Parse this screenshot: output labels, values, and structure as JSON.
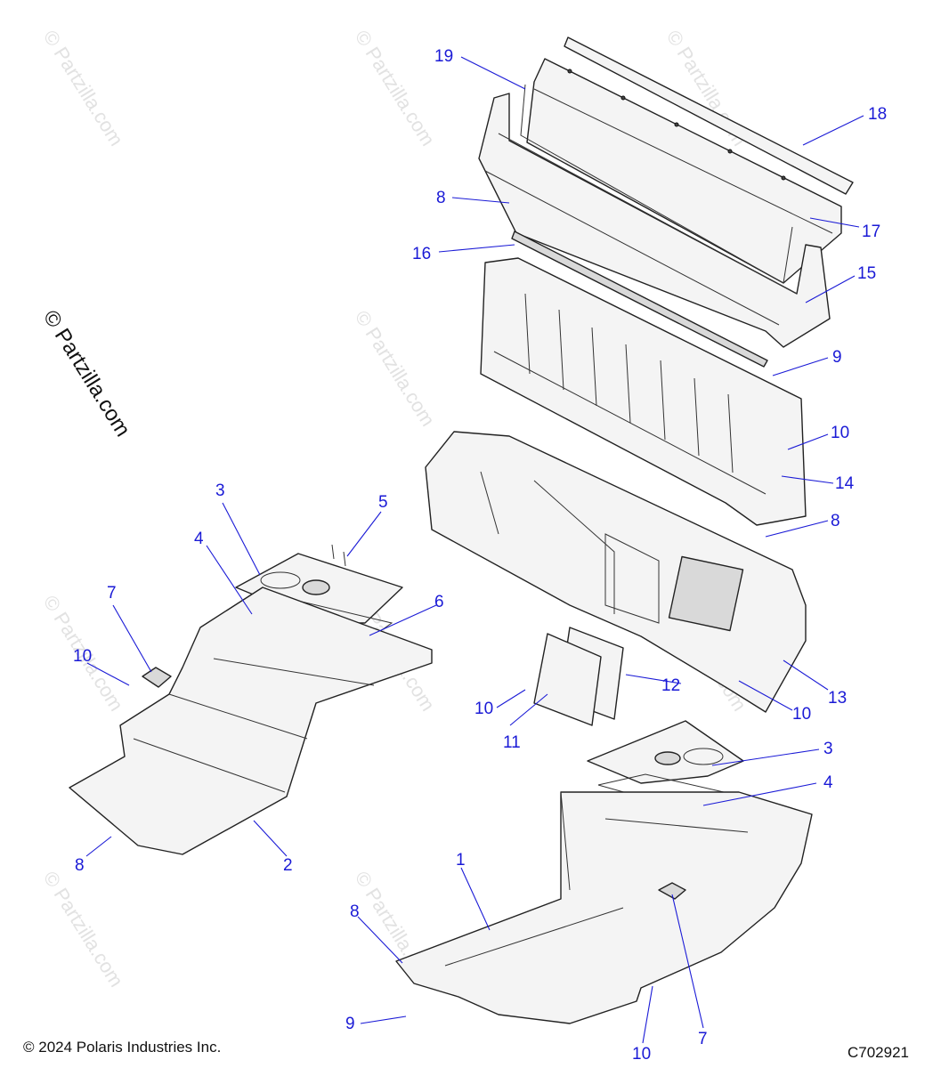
{
  "diagram": {
    "side_watermark": "© Partzilla.com",
    "faint_watermark": "© Partzilla.com",
    "copyright": "© 2024 Polaris Industries Inc.",
    "figure_code": "C702921",
    "callouts": {
      "c19": "19",
      "c18": "18",
      "c17": "17",
      "c16": "16",
      "c15": "15",
      "c14": "14",
      "c13": "13",
      "c12": "12",
      "c11": "11",
      "c10a": "10",
      "c10b": "10",
      "c10c": "10",
      "c10d": "10",
      "c10e": "10",
      "c9a": "9",
      "c9b": "9",
      "c8a": "8",
      "c8b": "8",
      "c8c": "8",
      "c8d": "8",
      "c7a": "7",
      "c7b": "7",
      "c6": "6",
      "c5": "5",
      "c4a": "4",
      "c4b": "4",
      "c3a": "3",
      "c3b": "3",
      "c2": "2",
      "c1": "1"
    }
  }
}
